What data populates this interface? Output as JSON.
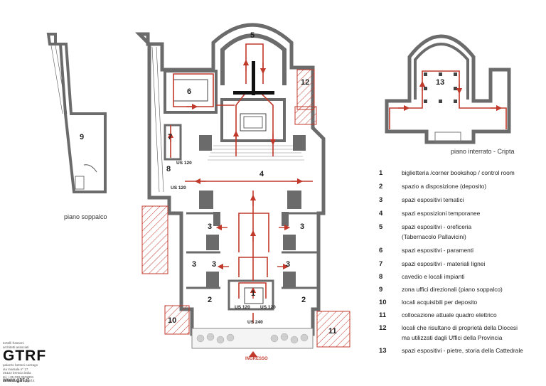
{
  "captions": {
    "mezzanine": "piano soppalco",
    "crypt": "piano interrato - Cripta",
    "entrance": "INGRESSO"
  },
  "room_numbers": {
    "r1": "1",
    "r2a": "2",
    "r2b": "2",
    "r3a": "3",
    "r3b": "3",
    "r3c": "3",
    "r3d": "3",
    "r3e": "3",
    "r4": "4",
    "r5": "5",
    "r6": "6",
    "r7": "7",
    "r8": "8",
    "r9": "9",
    "r10": "10",
    "r11": "11",
    "r12": "12",
    "r13": "13"
  },
  "us_labels": {
    "us120_a": "US 120",
    "us120_b": "US 120",
    "us120_c": "US 120",
    "us120_d": "US 120",
    "us240": "US 240"
  },
  "legend": [
    {
      "num": "1",
      "text": "biglietteria /corner bookshop / control room"
    },
    {
      "num": "2",
      "text": "spazio a disposizione (deposito)"
    },
    {
      "num": "3",
      "text": "spazi espositivi tematici"
    },
    {
      "num": "4",
      "text": "spazi esposizioni temporanee"
    },
    {
      "num": "5",
      "text": "spazi espositivi - oreficeria"
    },
    {
      "num": "",
      "text": "(Tabernacolo Pallavicini)"
    },
    {
      "num": "6",
      "text": "spazi espositivi - paramenti"
    },
    {
      "num": "7",
      "text": "spazi espositivi - materiali lignei"
    },
    {
      "num": "8",
      "text": "cavedio e locali impianti"
    },
    {
      "num": "9",
      "text": "zona uffici direzionali (piano soppalco)"
    },
    {
      "num": "10",
      "text": "locali acquisibili per deposito"
    },
    {
      "num": "11",
      "text": "collocazione attuale quadro elettrico"
    },
    {
      "num": "12",
      "text": "locali che risultano di proprietà della Diocesi"
    },
    {
      "num": "",
      "text": "ma utilizzati dagli Uffici della Provincia"
    },
    {
      "num": "13",
      "text": "spazi espositivi - pietre, storia della Cattedrale"
    }
  ],
  "logo": {
    "line1": "tortelli frassoni",
    "line2": "architetti associati",
    "brand": "GTRF",
    "addr1": "palazzo bettoni cazzago",
    "addr2": "via marsala nº 17",
    "addr3": "25122 brescia italia",
    "addr4": "tel. +39 030 3772001",
    "addr5": "tortelli.frassoni@gtrf.it",
    "website": "www.gtrf.it"
  },
  "colors": {
    "wall": "#6b6b6b",
    "wall_dark": "#3d3d3d",
    "route": "#c0392b",
    "hatch": "#c0392b",
    "floor": "#ffffff"
  }
}
